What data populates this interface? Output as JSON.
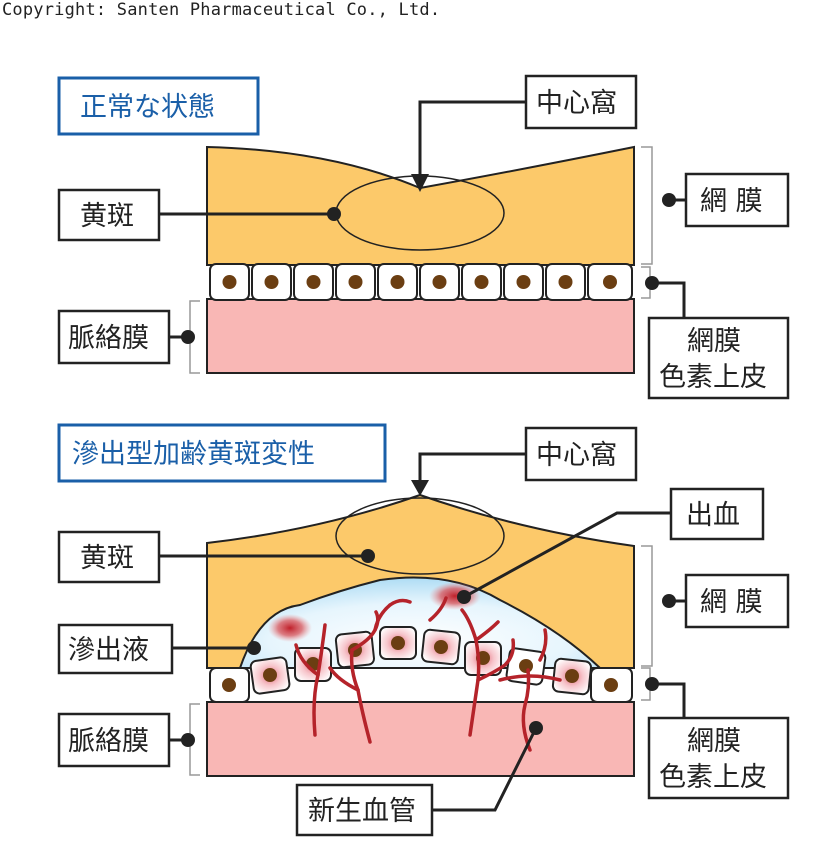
{
  "copyright": "Copyright: Santen Pharmaceutical Co., Ltd.",
  "normal": {
    "title": "正常な状態",
    "fovea": "中心窩",
    "macula": "黄斑",
    "retina": "網 膜",
    "choroid": "脈絡膜",
    "rpe_line1": "網膜",
    "rpe_line2": "色素上皮"
  },
  "wet_amd": {
    "title": "滲出型加齢黄斑変性",
    "fovea": "中心窩",
    "macula": "黄斑",
    "hemorrhage": "出血",
    "retina": "網 膜",
    "exudate": "滲出液",
    "choroid": "脈絡膜",
    "rpe_line1": "網膜",
    "rpe_line2": "色素上皮",
    "neovessels": "新生血管"
  },
  "colors": {
    "retina": "#fcc96a",
    "choroid": "#f9b7b5",
    "title_blue": "#1a5fa8",
    "exudate_blue": "#bfe3f7",
    "vessel": "#b5232a",
    "nucleus": "#6b3e12"
  }
}
